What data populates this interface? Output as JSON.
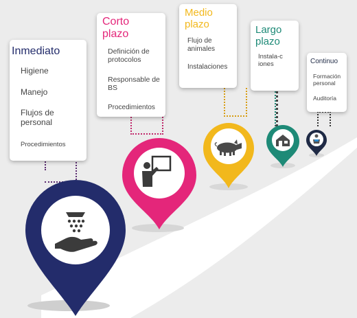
{
  "colors": {
    "inmediato": "#232c6b",
    "corto": "#e4267a",
    "medio": "#f2b81c",
    "largo": "#1e8a77",
    "continuo": "#1f2a45",
    "road": "#ffffff",
    "background": "#ececec"
  },
  "stages": [
    {
      "key": "inmediato",
      "title_lines": [
        "Inmediato"
      ],
      "items": [
        "Higiene",
        "Manejo",
        "Flujos de personal",
        "Procedimientos"
      ],
      "icon": "hand-with-falling-powder-icon"
    },
    {
      "key": "corto",
      "title_lines": [
        "Corto",
        "plazo"
      ],
      "items": [
        "Definición de protocolos",
        "Responsable de BS",
        "Procedimientos"
      ],
      "icon": "presenter-at-board-icon"
    },
    {
      "key": "medio",
      "title_lines": [
        "Medio",
        "plazo"
      ],
      "items": [
        "Flujo de animales",
        "Instalaciones"
      ],
      "icon": "pig-icon"
    },
    {
      "key": "largo",
      "title_lines": [
        "Largo",
        "plazo"
      ],
      "items": [
        "Instala-ciones"
      ],
      "icon": "farm-building-icon"
    },
    {
      "key": "continuo",
      "title_lines": [
        "Continuo"
      ],
      "items": [
        "Formación personal",
        "Auditoría"
      ],
      "icon": "person-with-book-icon"
    }
  ]
}
